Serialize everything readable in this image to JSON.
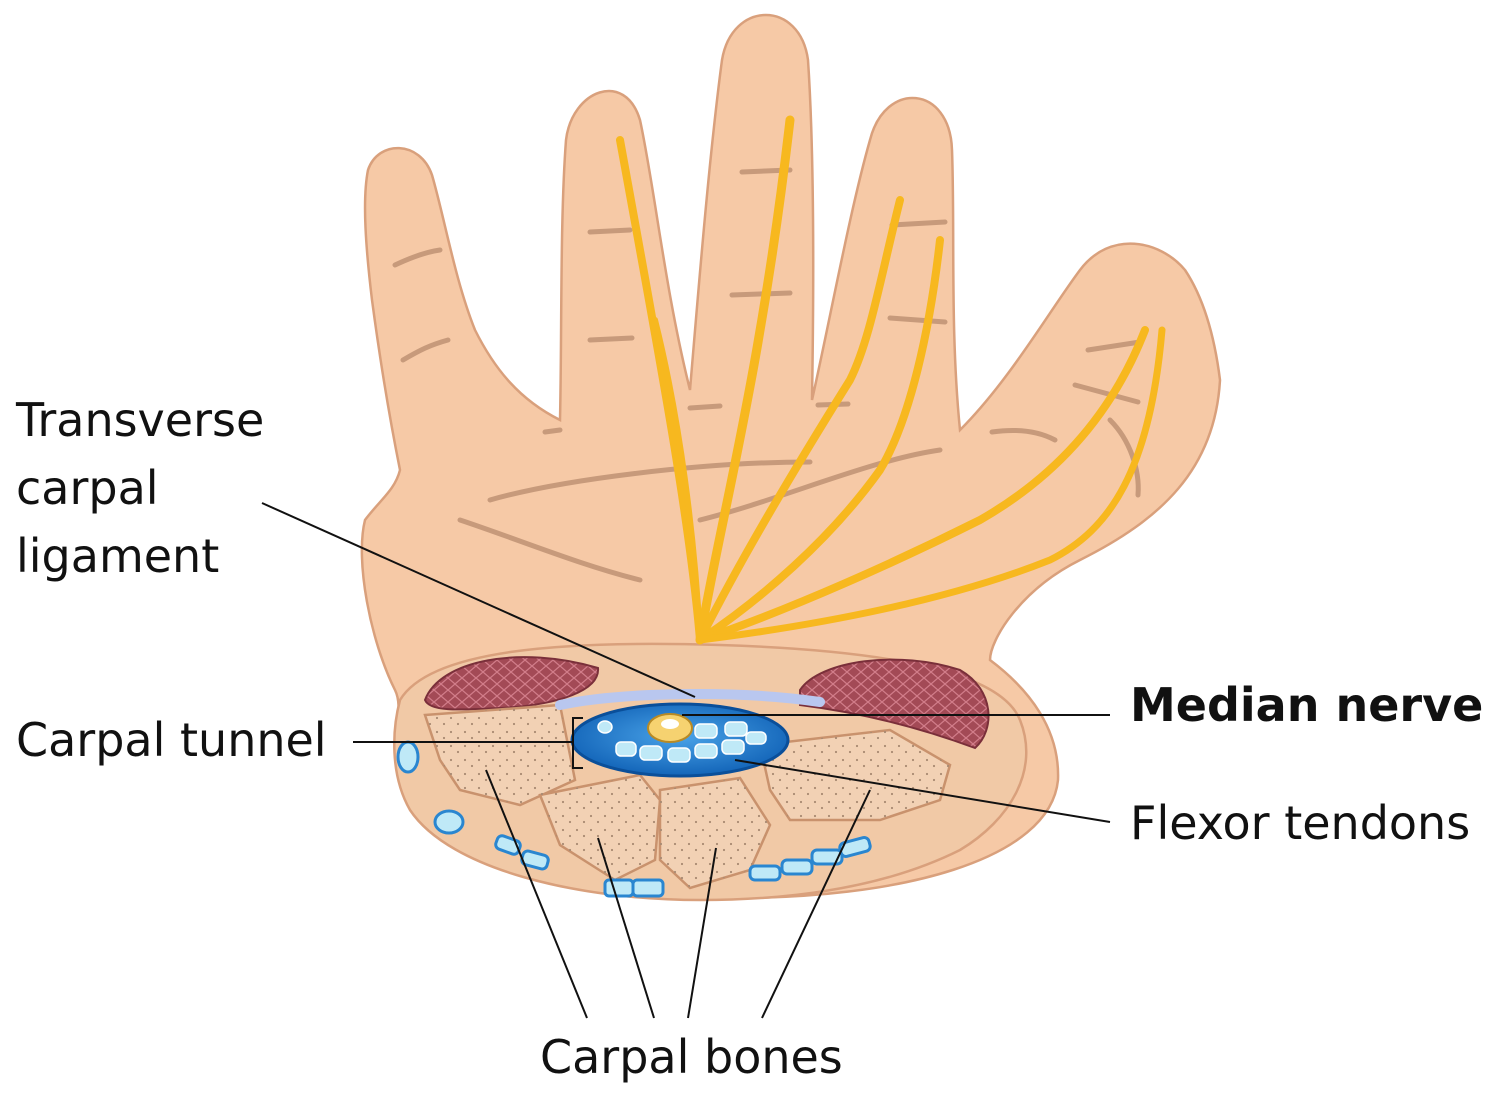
{
  "labels": {
    "transverse_line1": "Transverse",
    "transverse_line2": "carpal",
    "transverse_line3": "ligament",
    "carpal_tunnel": "Carpal tunnel",
    "median_nerve": "Median nerve",
    "flexor_tendons": "Flexor tendons",
    "carpal_bones": "Carpal bones"
  },
  "colors": {
    "skin": "#f6c9a6",
    "skin_outline": "#d9a07c",
    "crease": "#c79a7b",
    "nerve": "#f7b81f",
    "muscle": "#a14a55",
    "tunnel": "#1b6fc4",
    "tendon": "#bfe9f7",
    "bone": "#f1d0b4",
    "leader_line": "#111111"
  }
}
